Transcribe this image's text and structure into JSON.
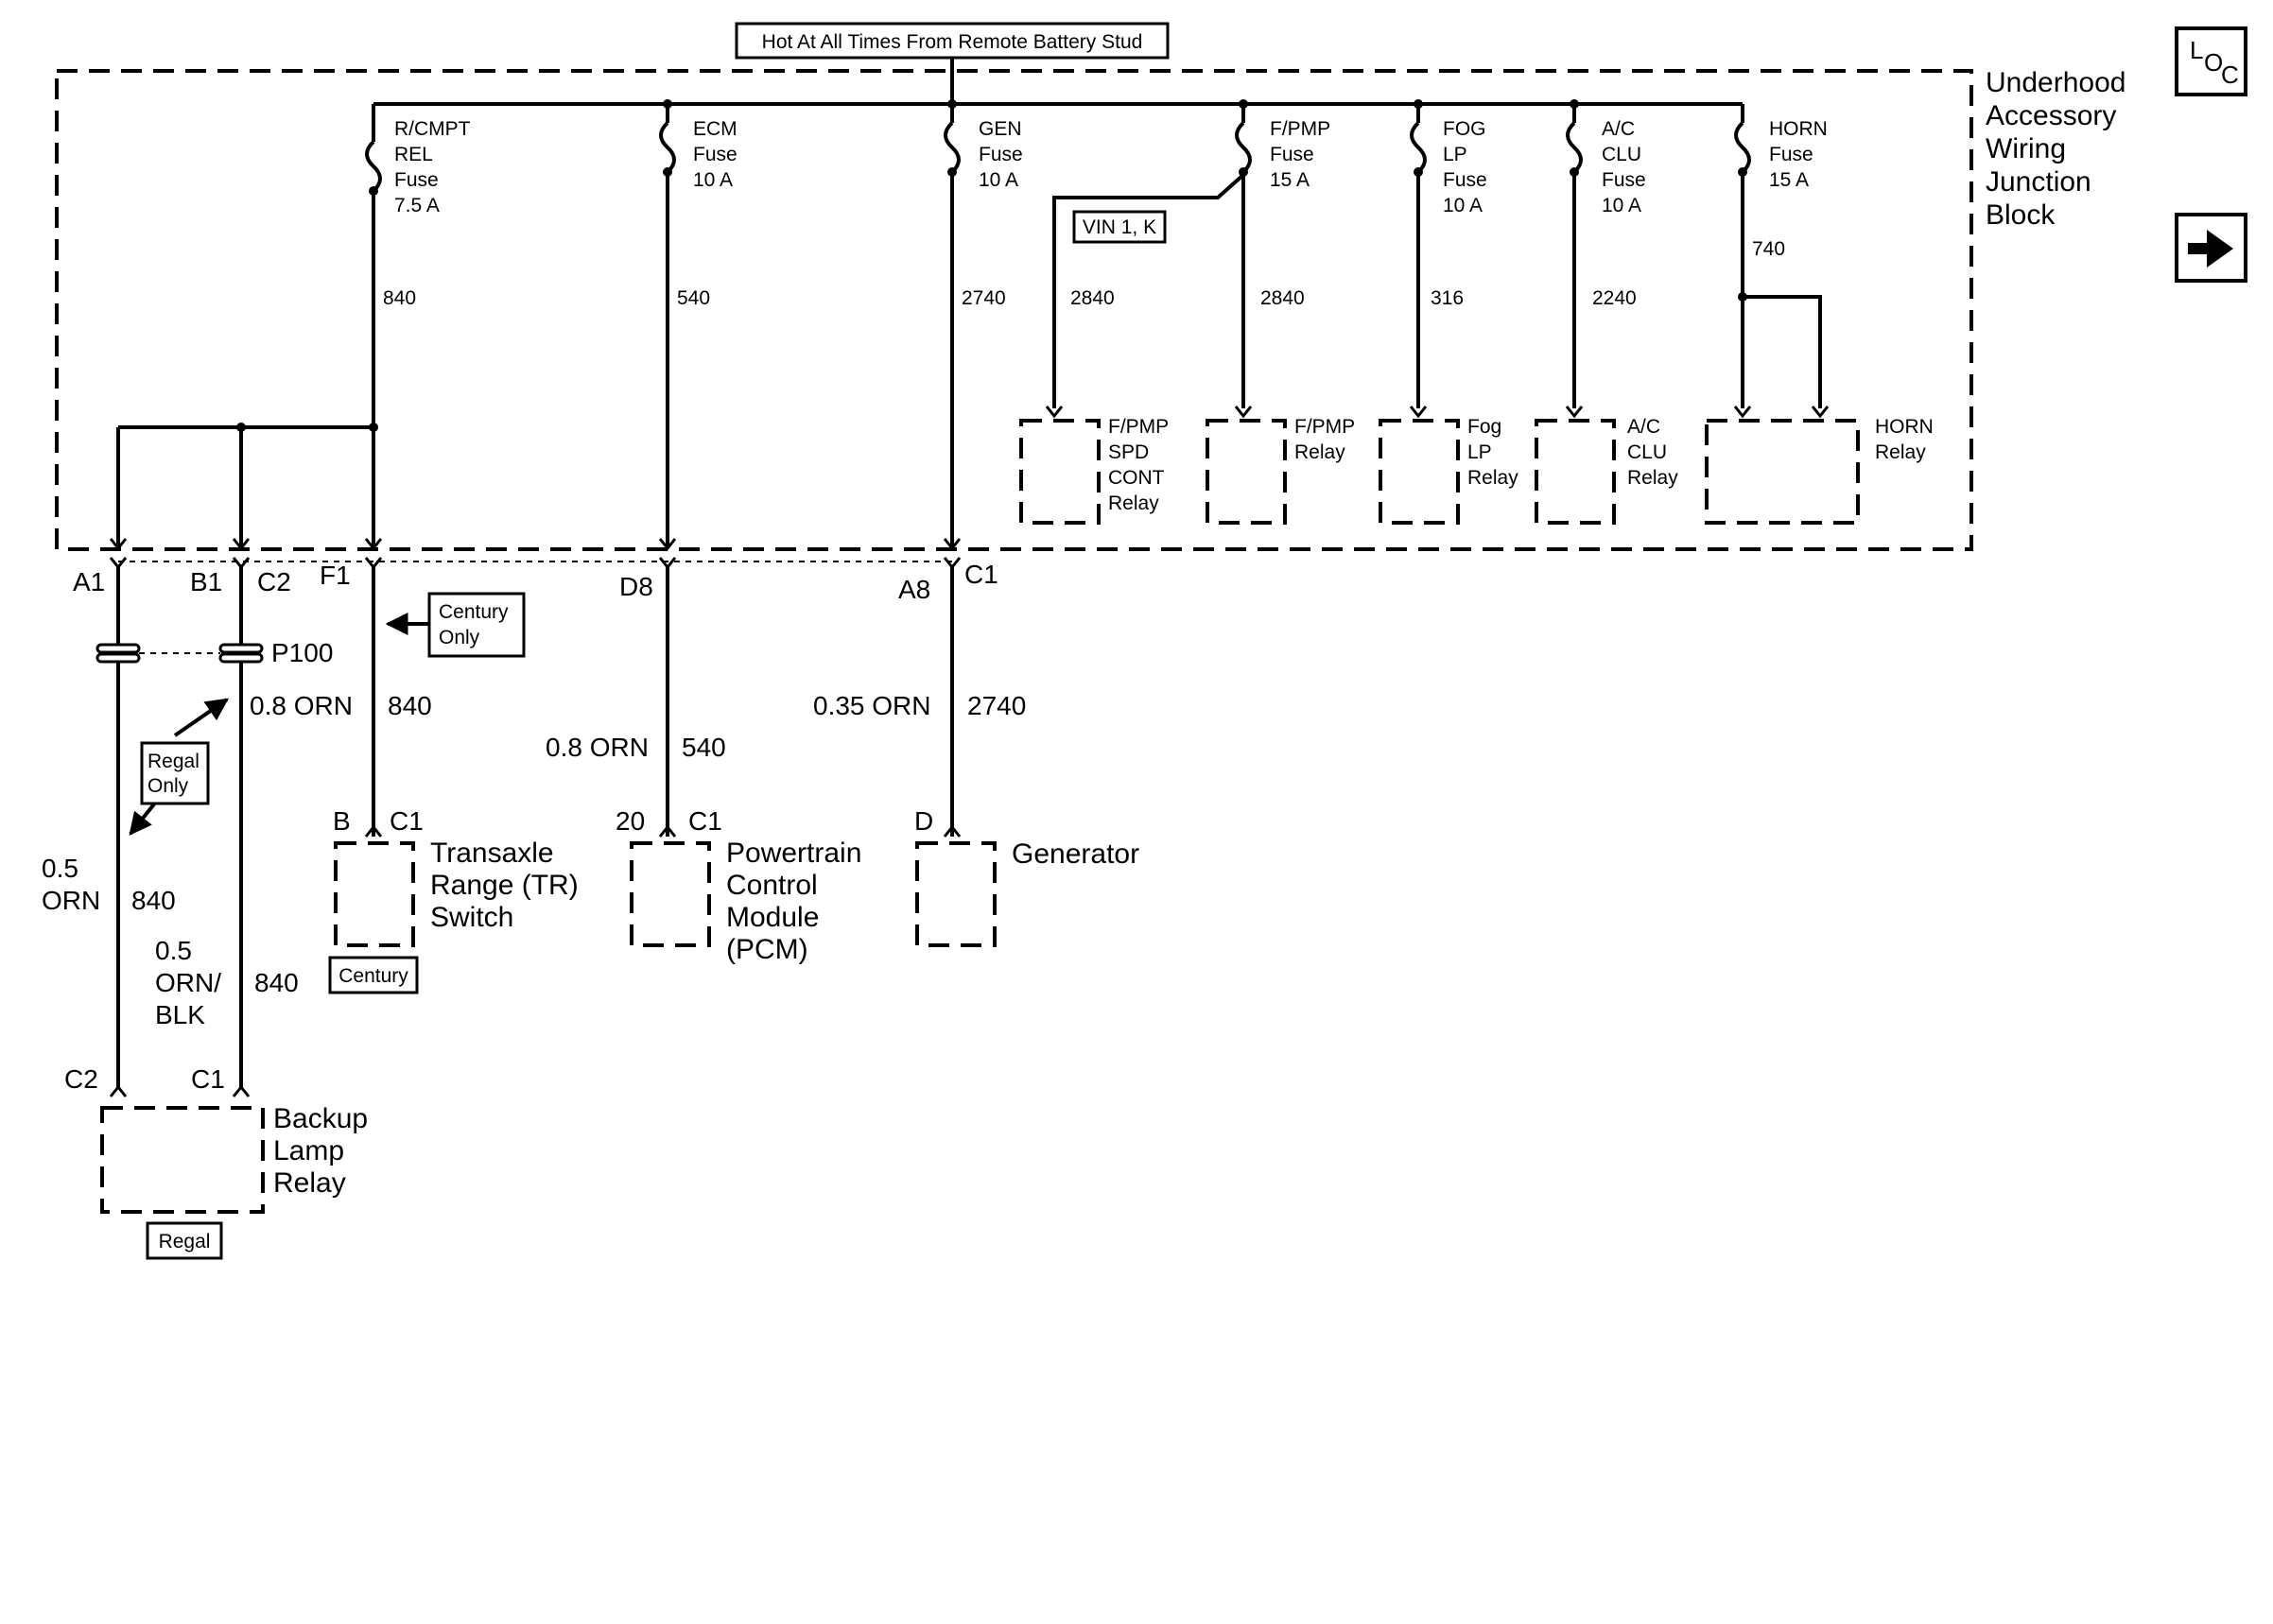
{
  "header": {
    "source_label": "Hot At All Times From Remote Battery Stud"
  },
  "nav": {
    "loc_label": [
      "L",
      "O",
      "C"
    ]
  },
  "junction_block": {
    "title": [
      "Underhood",
      "Accessory",
      "Wiring",
      "Junction",
      "Block"
    ]
  },
  "fuses": [
    {
      "label": [
        "R/CMPT",
        "REL",
        "Fuse",
        "7.5 A"
      ],
      "circuit": "840"
    },
    {
      "label": [
        "ECM",
        "Fuse",
        "10 A"
      ],
      "circuit": "540"
    },
    {
      "label": [
        "GEN",
        "Fuse",
        "10 A"
      ],
      "circuit": "2740"
    },
    {
      "label": [
        "F/PMP",
        "Fuse",
        "15 A"
      ],
      "circuit": "2840",
      "branch_circuit": "2840",
      "branch_note": "VIN 1, K"
    },
    {
      "label": [
        "FOG",
        "LP",
        "Fuse",
        "10 A"
      ],
      "circuit": "316"
    },
    {
      "label": [
        "A/C",
        "CLU",
        "Fuse",
        "10 A"
      ],
      "circuit": "2240"
    },
    {
      "label": [
        "HORN",
        "Fuse",
        "15 A"
      ],
      "circuit": "740"
    }
  ],
  "relays": [
    {
      "label": [
        "F/PMP",
        "SPD",
        "CONT",
        "Relay"
      ]
    },
    {
      "label": [
        "F/PMP",
        "Relay"
      ]
    },
    {
      "label": [
        "Fog",
        "LP",
        "Relay"
      ]
    },
    {
      "label": [
        "A/C",
        "CLU",
        "Relay"
      ]
    },
    {
      "label": [
        "HORN",
        "Relay"
      ]
    }
  ],
  "connectors": {
    "a1": "A1",
    "b1": "B1",
    "c2": "C2",
    "f1": "F1",
    "d8": "D8",
    "a8": "A8",
    "c1": "C1",
    "splice": "P100"
  },
  "notes": {
    "century_only": [
      "Century",
      "Only"
    ],
    "regal_only": [
      "Regal",
      "Only"
    ],
    "century": "Century",
    "regal": "Regal"
  },
  "wires": {
    "w1": {
      "color": [
        "0.5",
        "ORN"
      ],
      "circuit": "840"
    },
    "w2": {
      "color": [
        "0.5",
        "ORN/",
        "BLK"
      ],
      "circuit": "840"
    },
    "w3": {
      "color": "0.8 ORN",
      "circuit": "840"
    },
    "w4": {
      "color": "0.8 ORN",
      "circuit": "540"
    },
    "w5": {
      "color": "0.35 ORN",
      "circuit": "2740"
    }
  },
  "components": {
    "tr_switch": {
      "pin": "B",
      "conn": "C1",
      "name": [
        "Transaxle",
        "Range (TR)",
        "Switch"
      ]
    },
    "pcm": {
      "pin": "20",
      "conn": "C1",
      "name": [
        "Powertrain",
        "Control",
        "Module",
        "(PCM)"
      ]
    },
    "generator": {
      "pin": "D",
      "name": "Generator"
    },
    "backup_relay": {
      "pin_a": "C2",
      "pin_b": "C1",
      "name": [
        "Backup",
        "Lamp",
        "Relay"
      ]
    }
  }
}
